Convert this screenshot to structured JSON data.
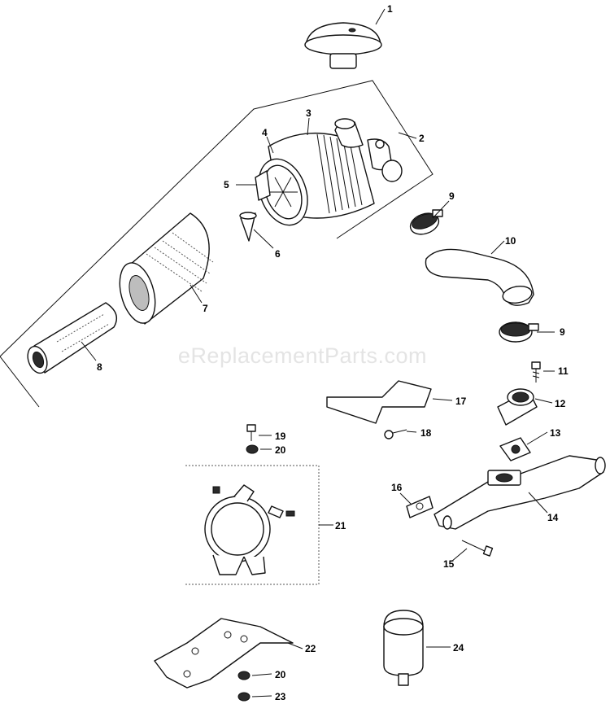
{
  "watermark": "eReplacementParts.com",
  "callouts": [
    "1",
    "2",
    "3",
    "4",
    "5",
    "6",
    "7",
    "8",
    "9",
    "9",
    "10",
    "11",
    "12",
    "13",
    "14",
    "15",
    "16",
    "17",
    "18",
    "19",
    "20",
    "21",
    "22",
    "20",
    "23",
    "24"
  ]
}
